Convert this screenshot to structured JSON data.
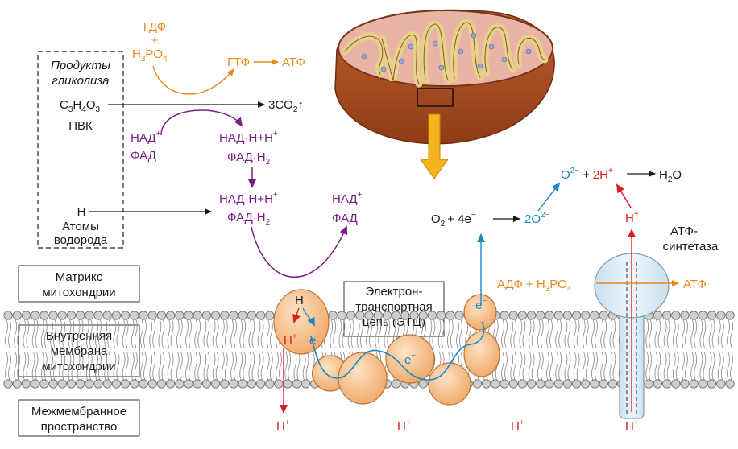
{
  "colors": {
    "orange": "#e8891e",
    "purple": "#7a1d86",
    "blue": "#1c86c4",
    "red": "#d8201e",
    "black": "#1a1a1a",
    "protein": "#f6c28e",
    "mito_outer": "#b2552a"
  },
  "glycolysis": {
    "line1": "Продукты",
    "line2": "гликолиза"
  },
  "pvk": {
    "formula_c": "C",
    "formula_3a": "3",
    "formula_h": "H",
    "formula_4": "4",
    "formula_o": "O",
    "formula_3b": "3",
    "name": "ПВК"
  },
  "hydrogen": {
    "symbol": "H",
    "line1": "Атомы",
    "line2": "водорода"
  },
  "orange_top": {
    "gdp": "ГДФ",
    "plus": "+",
    "h3po4_h": "H",
    "h3po4_3": "3",
    "h3po4_po": "PO",
    "h3po4_4": "4",
    "gtp": "ГТФ",
    "atp": "АТФ"
  },
  "co2": {
    "coef": "3CO",
    "sub": "2",
    "arrow": "↑"
  },
  "nad_left": {
    "nad": "НАД",
    "sup": "+",
    "fad": "ФАД"
  },
  "nadh_1": {
    "line1": "НАД·Н+Н",
    "sup": "+",
    "line2": "ФАД·Н",
    "sub": "2"
  },
  "nadh_2": {
    "line1": "НАД·Н+Н",
    "sup": "+",
    "line2": "ФАД·Н",
    "sub": "2"
  },
  "nad_right": {
    "nad": "НАД",
    "sup": "+",
    "fad": "ФАД"
  },
  "o2_reaction": {
    "o": "O",
    "o_sub": "2",
    "plus": "+ 4e",
    "e_sup": "−",
    "product": "2O",
    "product_sup": "2−"
  },
  "water_reaction": {
    "o2": "O",
    "o2_sup": "2−",
    "plus": "+",
    "h": "2H",
    "h_sup": "+",
    "water": "H",
    "water_sub": "2",
    "water_o": "O"
  },
  "proton_right": {
    "h": "H",
    "sup": "+"
  },
  "atp_synthase": {
    "line1": "АТФ-",
    "line2": "синтетаза"
  },
  "adp_reaction": {
    "adp": "АДФ + H",
    "sub3": "3",
    "po": "PO",
    "sub4": "4",
    "atp": "АТФ"
  },
  "etc_label": {
    "line1": "Электрон-",
    "line2": "транспортная",
    "line3": "цепь (ЭТЦ)"
  },
  "complex1": {
    "h": "H",
    "hp": "H",
    "hp_sup": "+",
    "e": "e",
    "e_sup": "−"
  },
  "electrons": {
    "e": "e",
    "sup": "−"
  },
  "matrix_box": {
    "line1": "Матрикс",
    "line2": "митохондрии"
  },
  "membrane_box": {
    "line1": "Внутренняя",
    "line2": "мембрана",
    "line3": "митохондрии"
  },
  "ims_box": {
    "line1": "Межмембранное",
    "line2": "пространство"
  },
  "ims_protons": {
    "h": "H",
    "sup": "+"
  }
}
